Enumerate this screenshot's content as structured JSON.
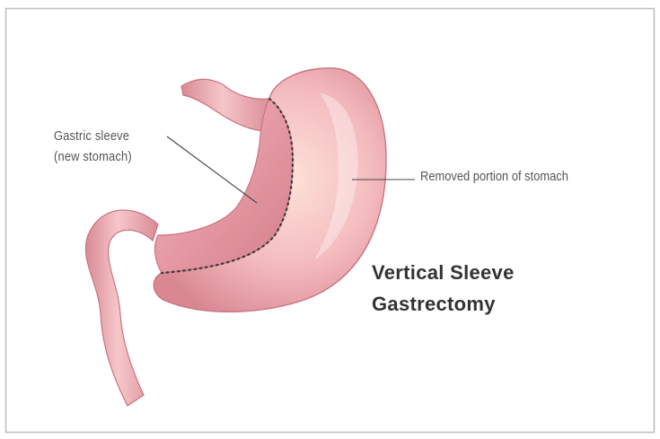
{
  "title_lines": [
    "Vertical Sleeve",
    "Gastrectomy"
  ],
  "labels": {
    "sleeve_lines": [
      "Gastric sleeve",
      "(new stomach)"
    ],
    "removed": "Removed portion of stomach"
  },
  "colors": {
    "frame": "#bdbdbd",
    "tissue_outline": "#c97480",
    "removed_portion": "#f3bcc0",
    "sleeve": "#e79ea6",
    "esophagus_duodenum": "#e9a3aa",
    "staple_line": "#3a3a3a",
    "leader_line": "#444444",
    "label_text": "#555555",
    "title_text": "#333333"
  }
}
